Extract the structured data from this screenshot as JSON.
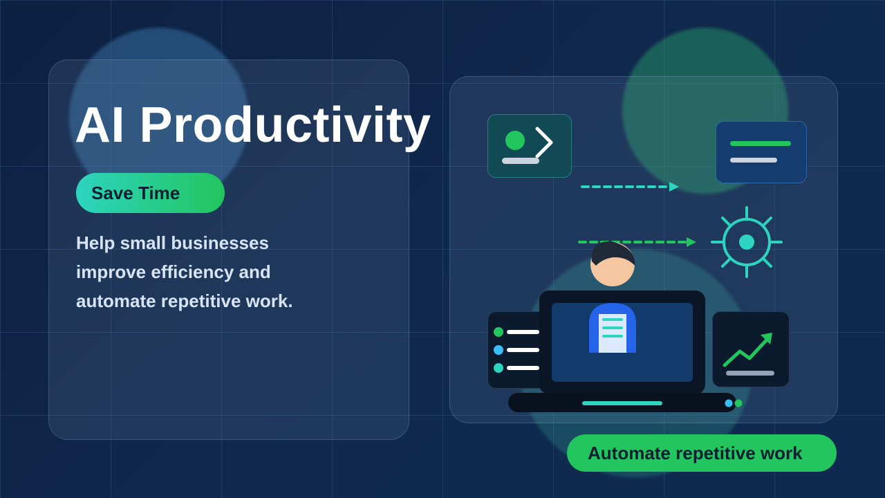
{
  "hero": {
    "title": "AI Productivity",
    "badge": "Save Time",
    "description_lines": [
      "Help small businesses",
      "improve efficiency and",
      "automate repetitive work."
    ]
  },
  "cta": {
    "label": "Automate repetitive work"
  },
  "colors": {
    "background": "#0f2749",
    "accent_green": "#22c55e",
    "accent_teal": "#2dd4bf",
    "accent_blue": "#38bdf8",
    "title_text": "#ffffff",
    "body_text": "#d6e4f5"
  },
  "icons": [
    "terminal-icon",
    "message-icon",
    "gear-icon",
    "list-icon",
    "chart-up-icon",
    "document-icon",
    "person-icon",
    "laptop-icon",
    "arrow-right-icon"
  ]
}
